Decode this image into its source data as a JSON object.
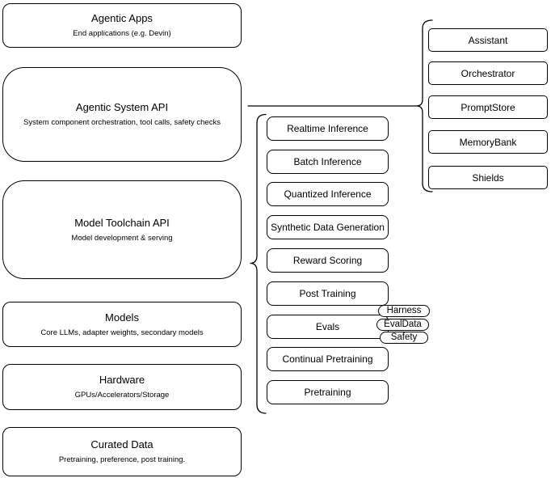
{
  "colors": {
    "stroke": "#000000",
    "fill": "#ffffff",
    "text": "#000000",
    "background": "#ffffff"
  },
  "left_column": [
    {
      "title": "Agentic Apps",
      "subtitle": "End applications (e.g. Devin)"
    },
    {
      "title": "Agentic System API",
      "subtitle": "System component orchestration, tool calls, safety checks"
    },
    {
      "title": "Model Toolchain API",
      "subtitle": "Model development & serving"
    },
    {
      "title": "Models",
      "subtitle": "Core LLMs, adapter weights, secondary models"
    },
    {
      "title": "Hardware",
      "subtitle": "GPUs/Accelerators/Storage"
    },
    {
      "title": "Curated Data",
      "subtitle": "Pretraining, preference, post training."
    }
  ],
  "toolchain_items": [
    "Realtime Inference",
    "Batch Inference",
    "Quantized Inference",
    "Synthetic Data Generation",
    "Reward Scoring",
    "Post Training",
    "Evals",
    "Continual Pretraining",
    "Pretraining"
  ],
  "eval_tags": [
    "Harness",
    "EvalData",
    "Safety"
  ],
  "system_components": [
    "Assistant",
    "Orchestrator",
    "PromptStore",
    "MemoryBank",
    "Shields"
  ]
}
